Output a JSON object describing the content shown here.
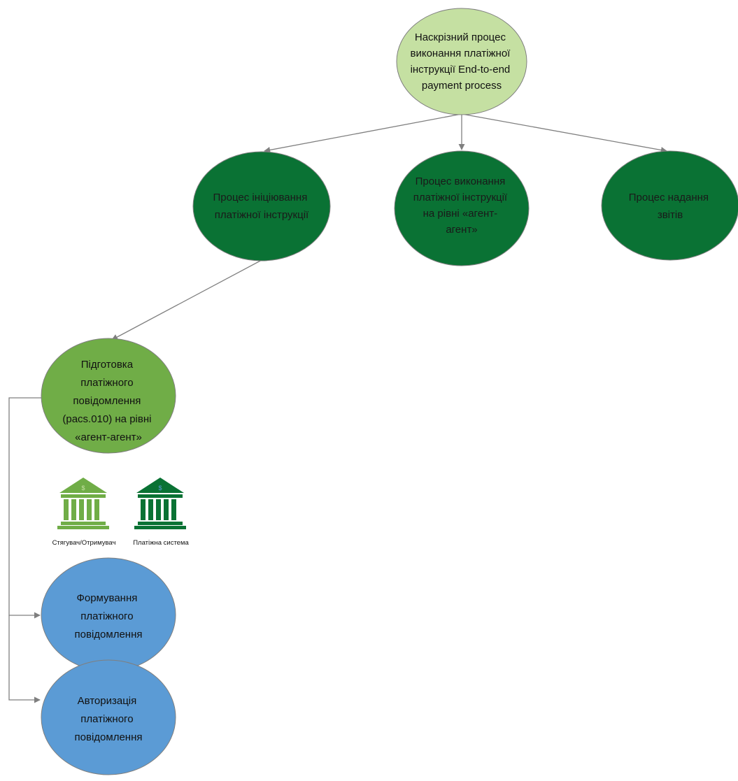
{
  "colors": {
    "root_fill": "#c5e0a2",
    "dark_green": "#0a7234",
    "mid_green": "#70ad47",
    "blue": "#5b9bd5",
    "edge": "#7f7f7f",
    "bank_light": "#70ad47",
    "bank_dark": "#0a7234"
  },
  "nodes": {
    "root": [
      "Наскрізний процес",
      "виконання платіжної",
      "інструкції End-to-end",
      "payment process"
    ],
    "initiation": [
      "Процес ініціювання",
      "платіжної інструкції"
    ],
    "execution": [
      "Процес виконання",
      "платіжної інструкції",
      "на рівні «агент-",
      "агент»"
    ],
    "reports": [
      "Процес надання",
      "звітів"
    ],
    "preparation": [
      "Підготовка",
      "платіжного",
      "повідомлення",
      "(pacs.010) на рівні",
      "«агент-агент»"
    ],
    "formation": [
      "Формування",
      "платіжного",
      "повідомлення"
    ],
    "authorization": [
      "Авторизація",
      "платіжного",
      "повідомлення"
    ]
  },
  "icons": {
    "collector_label": "Стягувач/Отримувач",
    "collector_icon": "bank-icon",
    "system_label": "Платіжна система",
    "system_icon": "bank-icon",
    "currency_symbol": "$"
  }
}
